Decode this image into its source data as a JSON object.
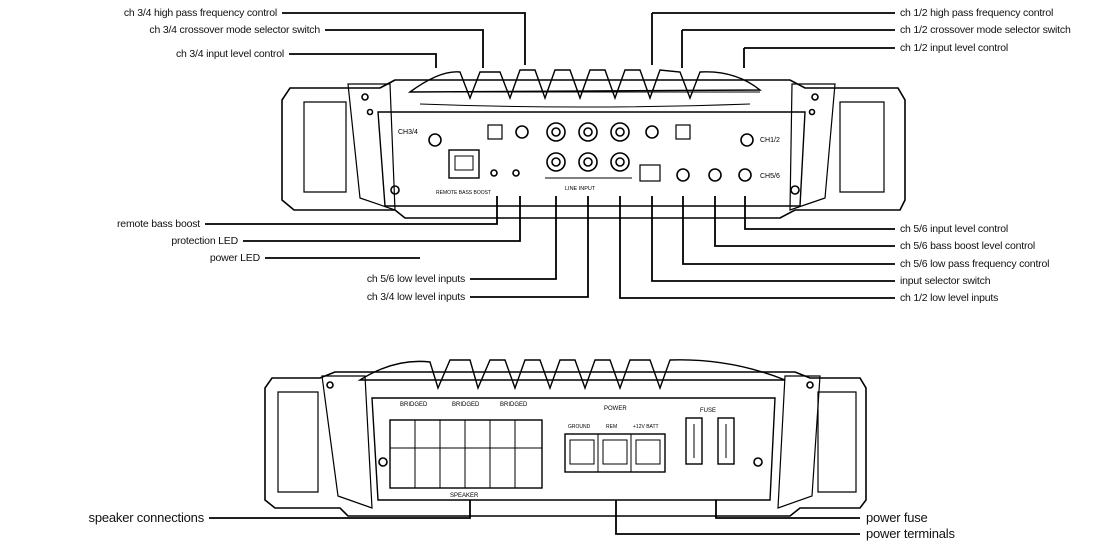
{
  "top_panel": {
    "callouts_left": [
      "ch 3/4 high pass frequency control",
      "ch 3/4 crossover mode selector switch",
      "ch 3/4 input level control",
      "remote bass boost",
      "protection LED",
      "power LED",
      "ch 5/6 low level inputs",
      "ch 3/4 low level inputs"
    ],
    "callouts_right": [
      "ch 1/2 high pass frequency control",
      "ch 1/2 crossover mode selector switch",
      "ch 1/2 input level control",
      "ch 5/6 input level control",
      "ch 5/6 bass boost level control",
      "ch 5/6 low pass frequency control",
      "input selector switch",
      "ch 1/2 low level inputs"
    ],
    "panel_markings": {
      "ch34": "CH3/4",
      "ch12": "CH1/2",
      "ch56": "CH5/6",
      "line_input": "LINE INPUT",
      "remote_jack": "REMOTE BASS BOOST"
    }
  },
  "bottom_panel": {
    "callouts": [
      "speaker connections",
      "power fuse",
      "power terminals"
    ],
    "panel_markings": {
      "bridged": [
        "BRIDGED",
        "BRIDGED",
        "BRIDGED"
      ],
      "speaker": "SPEAKER",
      "power": "POWER",
      "ground": "GROUND",
      "rem": "REM",
      "batt": "+12V BATT",
      "fuse": "FUSE"
    }
  }
}
